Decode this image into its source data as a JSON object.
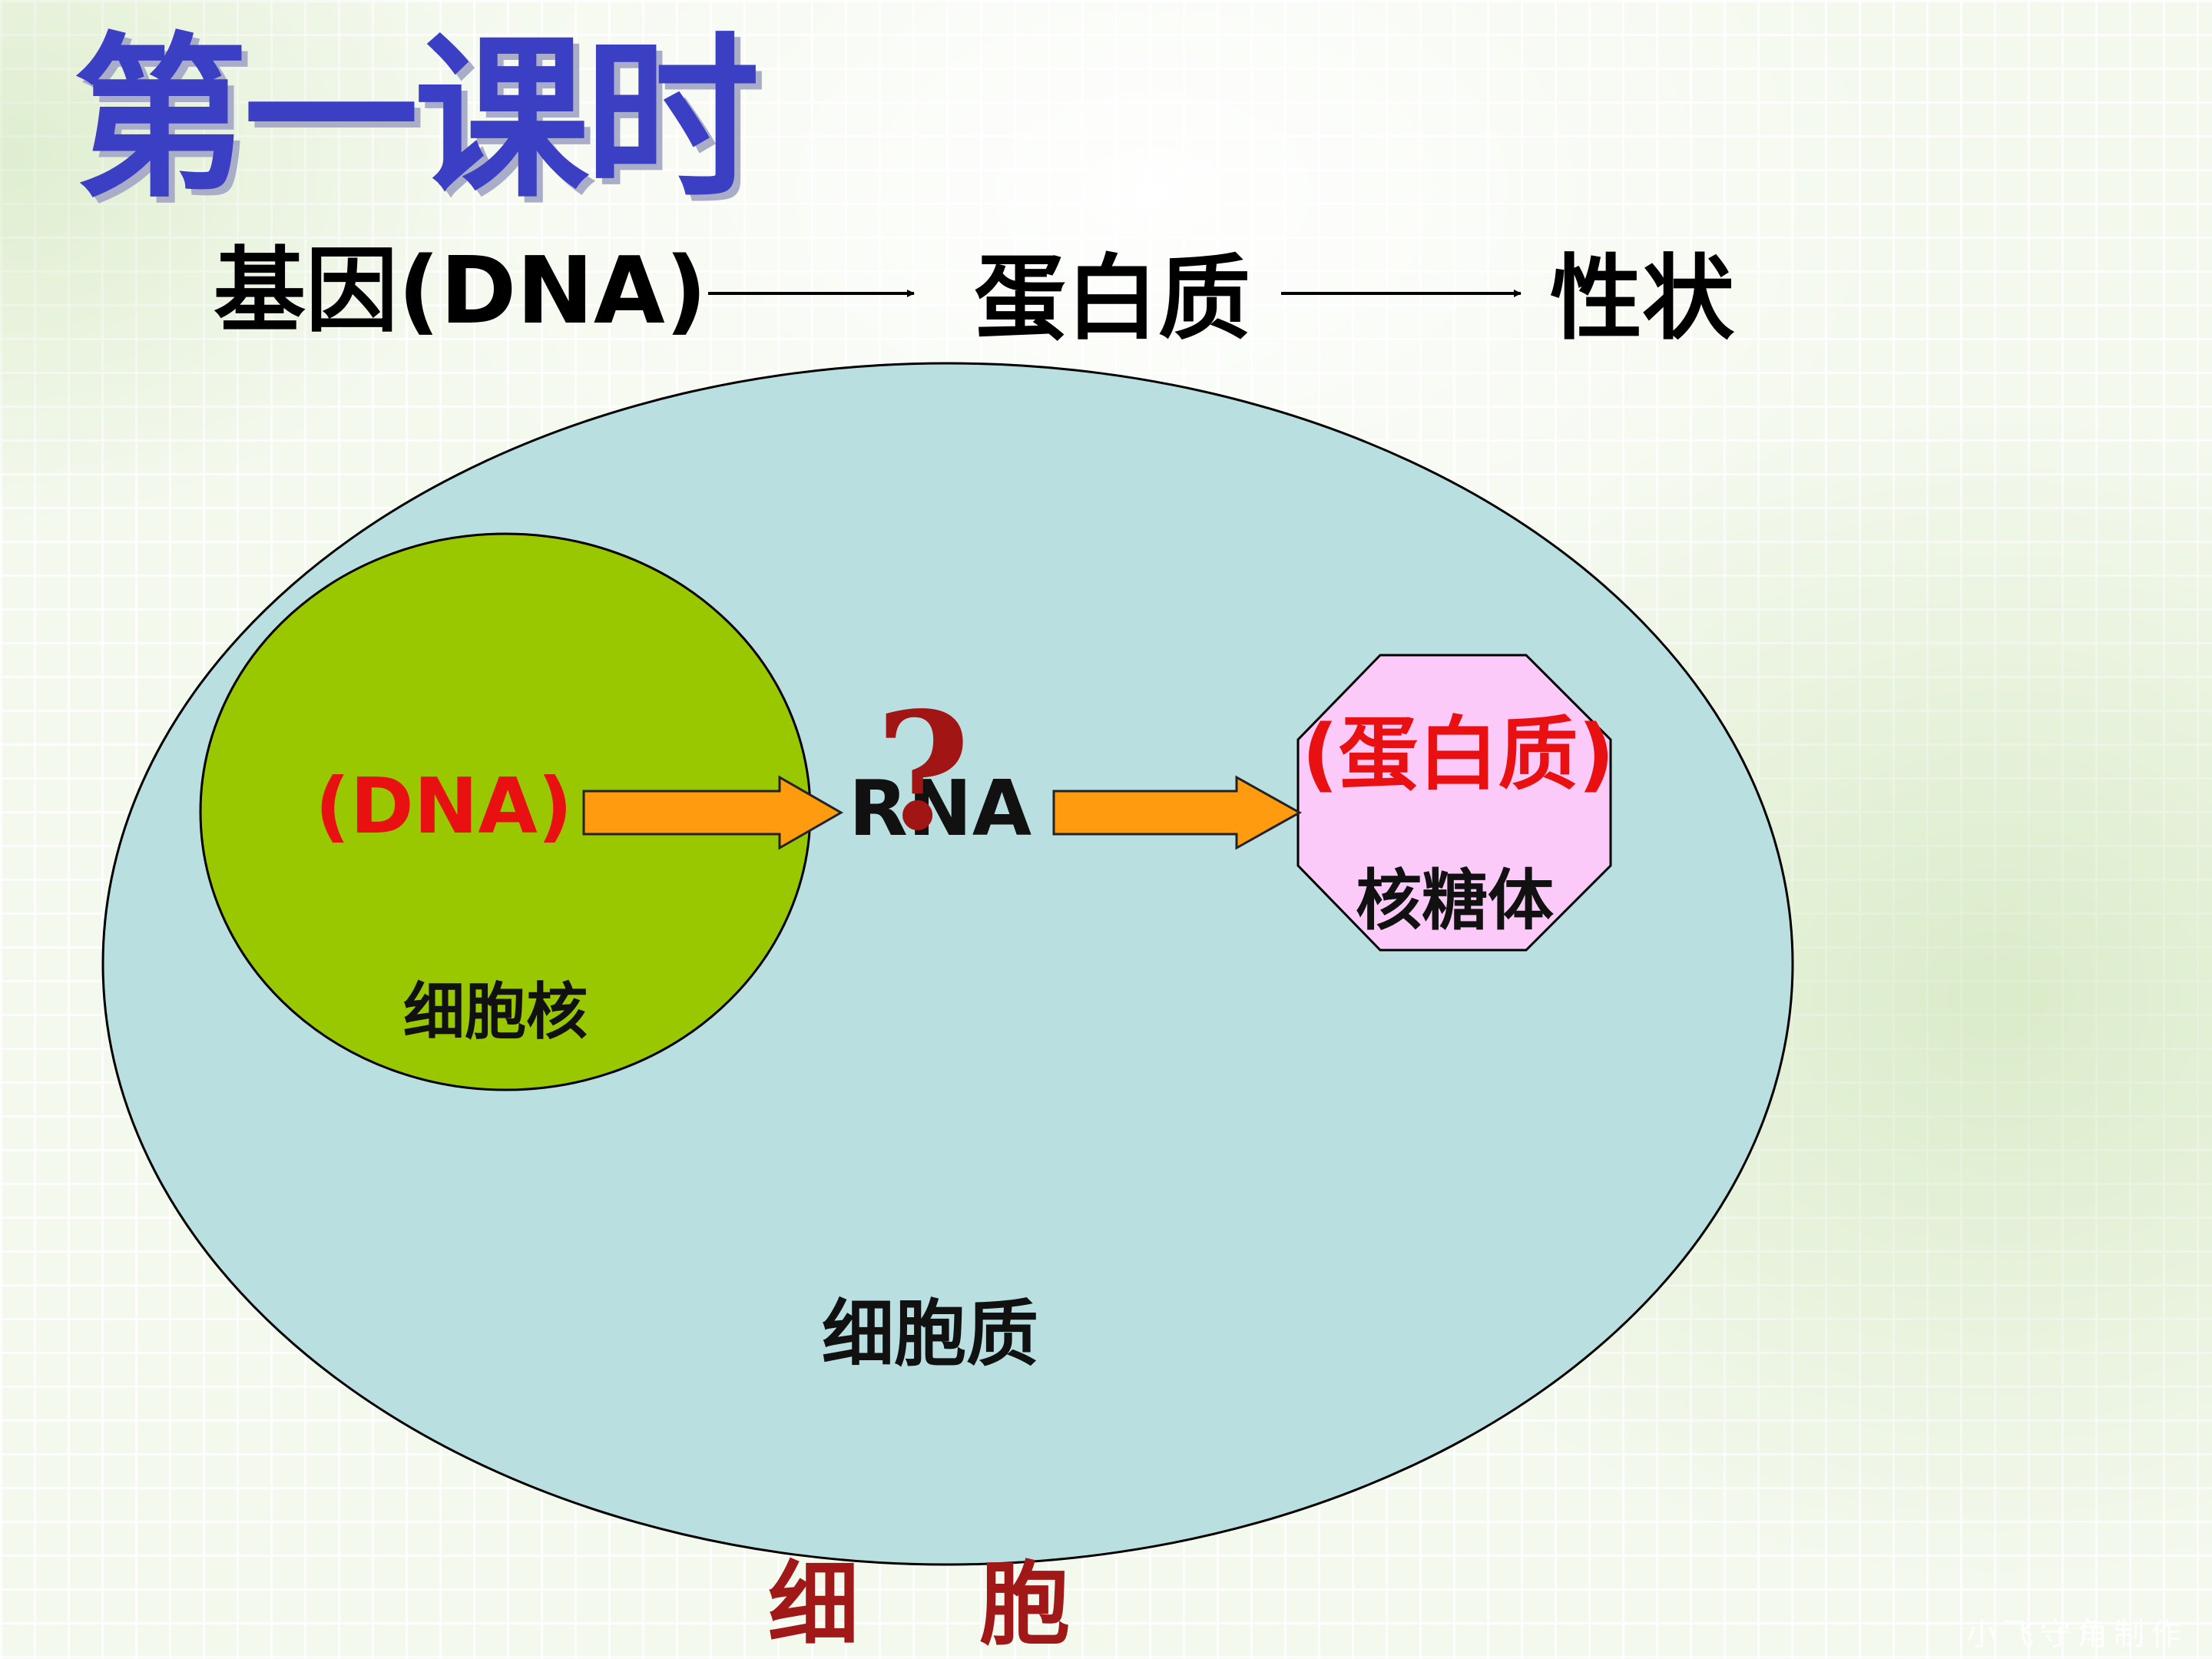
{
  "slide": {
    "title": "第一课时",
    "flow": {
      "gene": "基因(DNA)",
      "protein": "蛋白质",
      "trait": "性状"
    },
    "diagram": {
      "dna_label": "(DNA)",
      "rna_label": "RNA",
      "question_mark": "?",
      "protein_label": "(蛋白质)",
      "ribosome_label": "核糖体",
      "nucleus_label": "细胞核",
      "cytoplasm_label": "细胞质"
    },
    "cell_caption_left": "细",
    "cell_caption_right": "胞",
    "watermark": "小飞守角制作"
  },
  "colors": {
    "title": "#3a3fc4",
    "cell_fill": "#b9dfe1",
    "nucleus_fill": "#99c800",
    "ribosome_fill": "#fbcaf8",
    "arrow_fill": "#ff9b0e",
    "red_text": "#e81010",
    "dark_red_text": "#a01818"
  }
}
